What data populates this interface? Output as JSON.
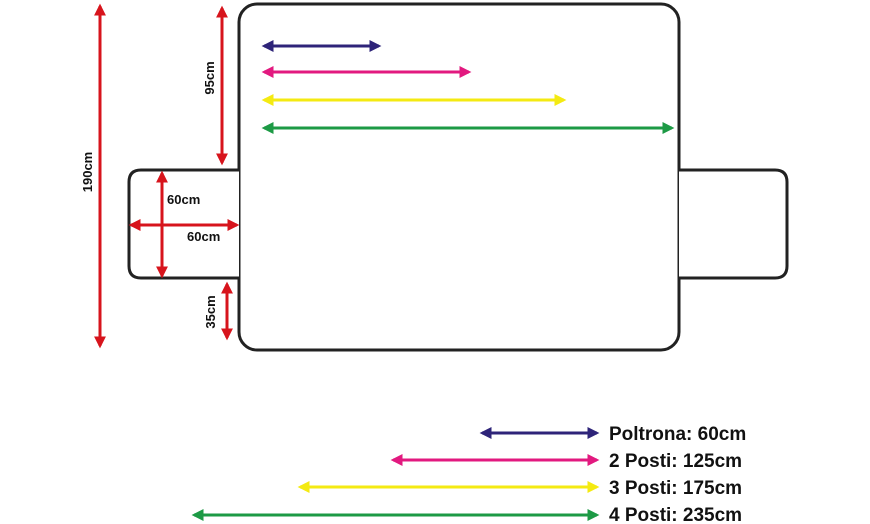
{
  "colors": {
    "outline": "#222222",
    "red": "#d7141c",
    "navy": "#2e2479",
    "magenta": "#e2197f",
    "yellow": "#f4ea12",
    "green": "#1d9a45"
  },
  "dimensions": {
    "total_height": "190cm",
    "backrest_height": "95cm",
    "armrest_width": "60cm",
    "armrest_depth": "60cm",
    "bottom_flap": "35cm"
  },
  "legend": [
    {
      "label": "Poltrona: 60cm",
      "color": "#2e2479"
    },
    {
      "label": "2 Posti: 125cm",
      "color": "#e2197f"
    },
    {
      "label": "3 Posti: 175cm",
      "color": "#f4ea12"
    },
    {
      "label": "4 Posti: 235cm",
      "color": "#1d9a45"
    }
  ]
}
